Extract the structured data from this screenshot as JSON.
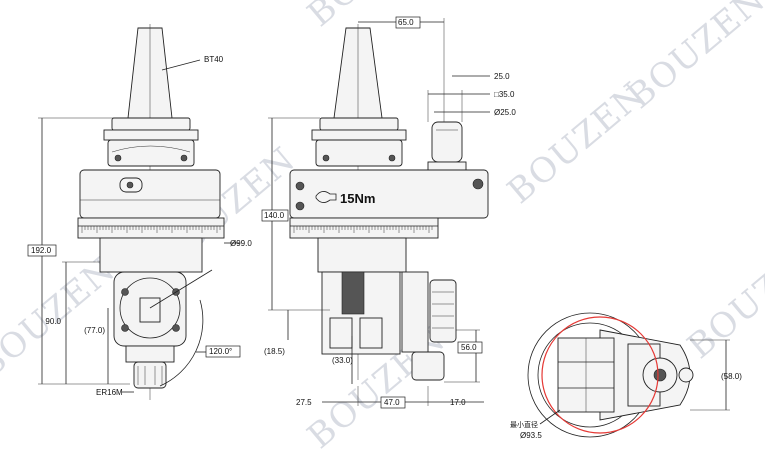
{
  "watermark": "BOUZEN",
  "labels": {
    "bt40": "BT40",
    "d99": "Ø99.0",
    "h192": "192.0",
    "h90": "90.0",
    "h77": "(77.0)",
    "angle": "120.0°",
    "er16m": "ER16M",
    "w65": "65.0",
    "w25": "25.0",
    "sq35": "□35.0",
    "d25": "Ø25.0",
    "h140": "140.0",
    "torque": "15Nm",
    "h185": "(18.5)",
    "h33": "(33.0)",
    "h56": "56.0",
    "w275": "27.5",
    "w47": "47.0",
    "w17": "17.0",
    "w58": "(58.0)",
    "min_dia_cn": "最小直径",
    "min_dia": "Ø93.5"
  }
}
